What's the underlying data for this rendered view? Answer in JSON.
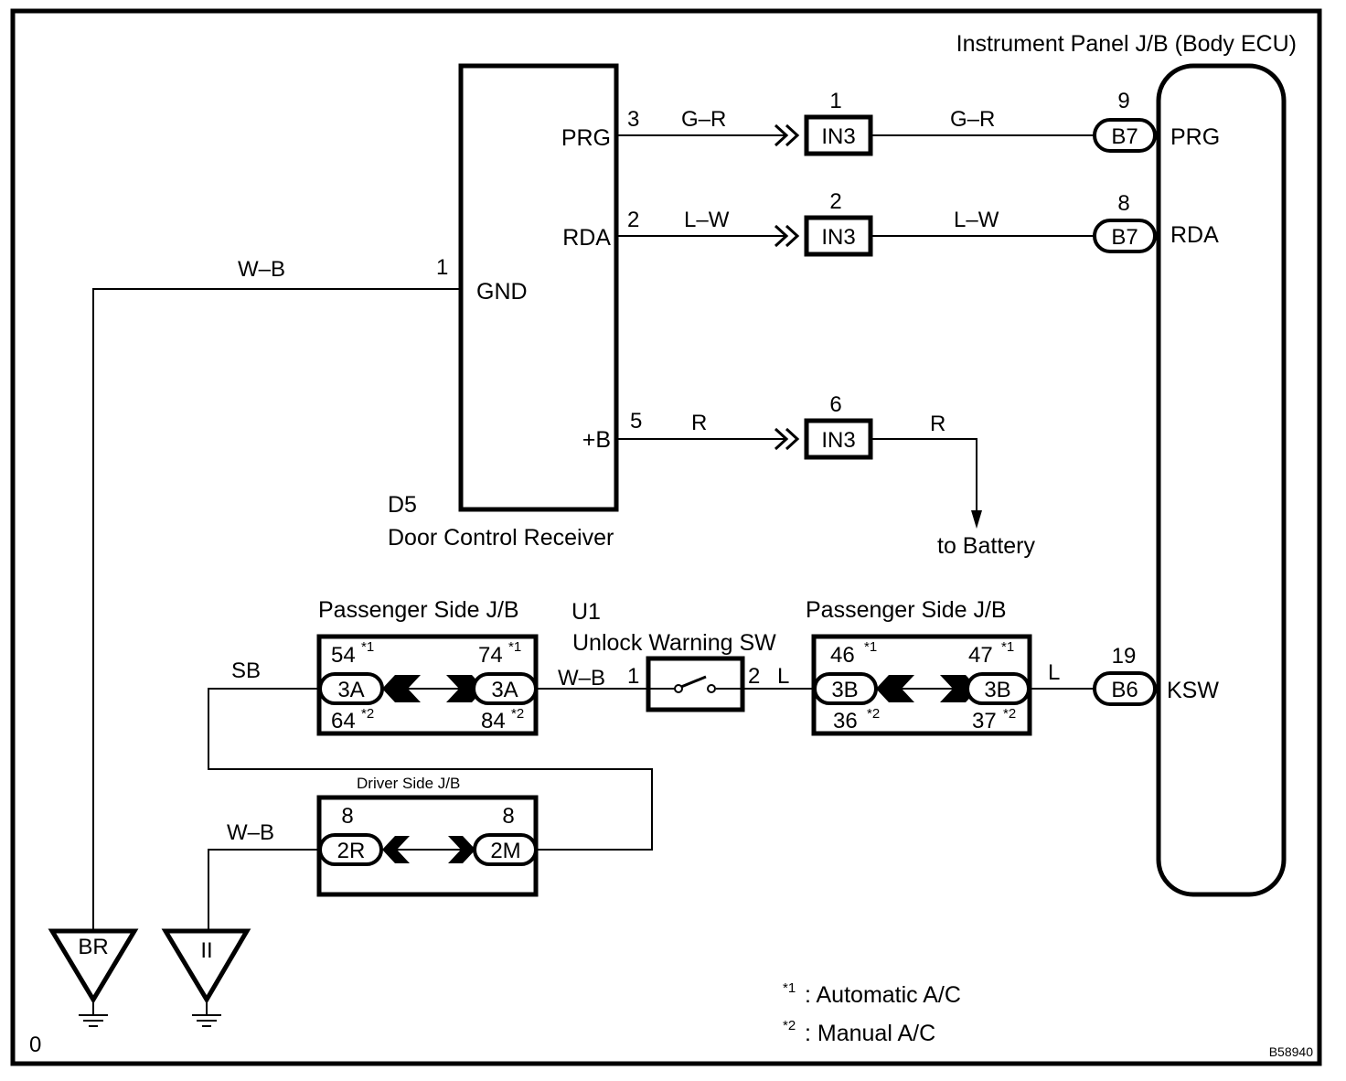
{
  "diagram": {
    "id_code": "B58940",
    "corner_mark": "0",
    "ecu": {
      "title": "Instrument Panel J/B (Body ECU)",
      "pins": [
        {
          "name": "PRG",
          "pin": "9",
          "connector": "B7"
        },
        {
          "name": "RDA",
          "pin": "8",
          "connector": "B7"
        },
        {
          "name": "KSW",
          "pin": "19",
          "connector": "B6"
        }
      ]
    },
    "receiver": {
      "code": "D5",
      "name": "Door Control Receiver",
      "terminals": [
        {
          "name": "PRG",
          "pin": "3",
          "wire": "G–R"
        },
        {
          "name": "RDA",
          "pin": "2",
          "wire": "L–W"
        },
        {
          "name": "+B",
          "pin": "5",
          "wire": "R"
        },
        {
          "name": "GND",
          "pin": "1",
          "wire": "W–B"
        }
      ]
    },
    "in3_connectors": [
      {
        "pin": "1",
        "label": "IN3",
        "wire_out": "G–R"
      },
      {
        "pin": "2",
        "label": "IN3",
        "wire_out": "L–W"
      },
      {
        "pin": "6",
        "label": "IN3",
        "wire_out": "R"
      }
    ],
    "to_battery": "to Battery",
    "passenger_jb_left": {
      "title": "Passenger Side J/B",
      "left": {
        "connector": "3A",
        "pin_top": "54",
        "mark_top": "*1",
        "pin_bottom": "64",
        "mark_bottom": "*2"
      },
      "right": {
        "connector": "3A",
        "pin_top": "74",
        "mark_top": "*1",
        "pin_bottom": "84",
        "mark_bottom": "*2"
      },
      "wire_in": "SB",
      "wire_out": "W–B"
    },
    "switch": {
      "code": "U1",
      "name": "Unlock Warning SW",
      "pin_left": "1",
      "pin_right": "2",
      "wire_out": "L"
    },
    "passenger_jb_right": {
      "title": "Passenger Side J/B",
      "left": {
        "connector": "3B",
        "pin_top": "46",
        "mark_top": "*1",
        "pin_bottom": "36",
        "mark_bottom": "*2"
      },
      "right": {
        "connector": "3B",
        "pin_top": "47",
        "mark_top": "*1",
        "pin_bottom": "37",
        "mark_bottom": "*2"
      },
      "wire_out": "L"
    },
    "driver_jb": {
      "title": "Driver Side J/B",
      "left": {
        "connector": "2R",
        "pin": "8"
      },
      "right": {
        "connector": "2M",
        "pin": "8"
      },
      "wire_in": "W–B"
    },
    "grounds": [
      {
        "label": "BR"
      },
      {
        "label": "II"
      }
    ],
    "legend": [
      {
        "mark": "*1",
        "text": ": Automatic A/C"
      },
      {
        "mark": "*2",
        "text": ": Manual A/C"
      }
    ]
  }
}
